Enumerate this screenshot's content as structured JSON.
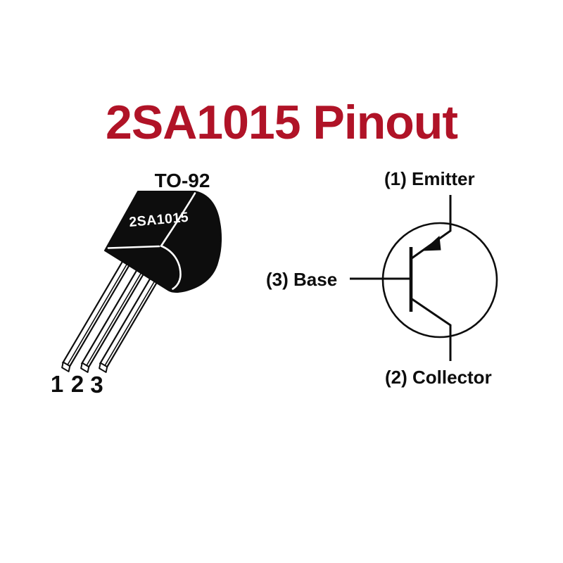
{
  "title": {
    "text": "2SA1015 Pinout"
  },
  "package_figure": {
    "package_type_label": "TO-92",
    "device_marking": "2SA1015",
    "pin_numbers": [
      "1",
      "2",
      "3"
    ]
  },
  "symbol_figure": {
    "emitter_label": "(1) Emitter",
    "base_label": "(3) Base",
    "collector_label": "(2) Collector"
  },
  "colors": {
    "title_red": "#B01327",
    "ink_black": "#0D0D0D",
    "background": "#FFFFFF",
    "package_text_white": "#FFFFFF"
  }
}
